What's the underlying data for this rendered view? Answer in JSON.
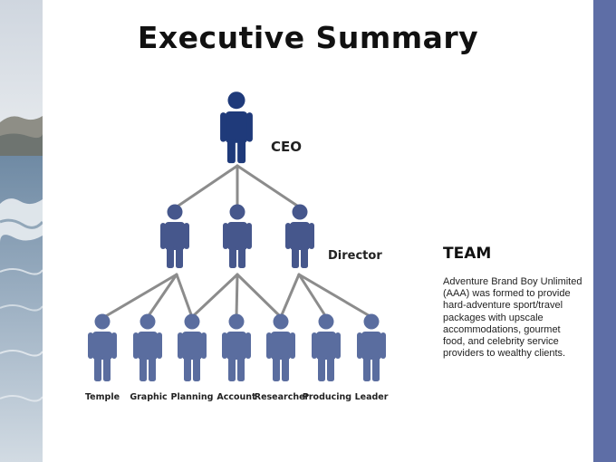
{
  "slide": {
    "title": "Executive Summary"
  },
  "org_chart": {
    "ceo_label": "CEO",
    "director_label": "Director",
    "staff": [
      "Temple",
      "Graphic",
      "Planning",
      "Account",
      "Researcher",
      "Producing",
      "Leader"
    ]
  },
  "team": {
    "heading": "TEAM",
    "description": "Adventure Brand Boy Unlimited (AAA) was formed to provide hard-adventure sport/travel packages with upscale accommodations, gourmet food, and celebrity service providers to wealthy clients."
  },
  "colors": {
    "ceo_figure": "#1f3a7a",
    "director_figure": "#46578c",
    "staff_figure": "#5a6d9f",
    "connector": "#8c8c8c",
    "accent_bar": "#5e6ea6"
  }
}
